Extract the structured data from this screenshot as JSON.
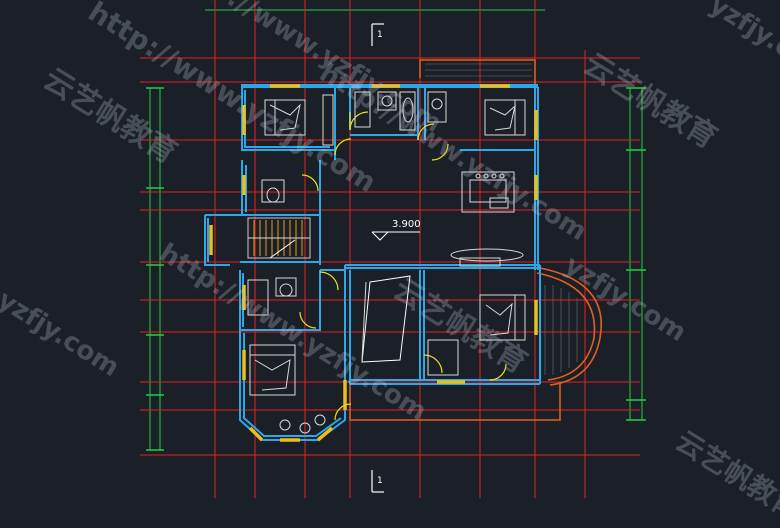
{
  "plan": {
    "elevation_label": "3.900",
    "section_marker_top": "1",
    "section_marker_bottom": "1"
  },
  "watermarks": {
    "brand_cn": "云艺帆教育",
    "url": "http://www.yzfjy.com",
    "url_short": "yzfjy.com"
  },
  "colors": {
    "background": "#1b1f28",
    "axis": "#e02020",
    "wall": "#2aa8e8",
    "window": "#e8c020",
    "dimension": "#20d040",
    "balcony": "#e06020",
    "furniture": "#d8d8d8"
  }
}
